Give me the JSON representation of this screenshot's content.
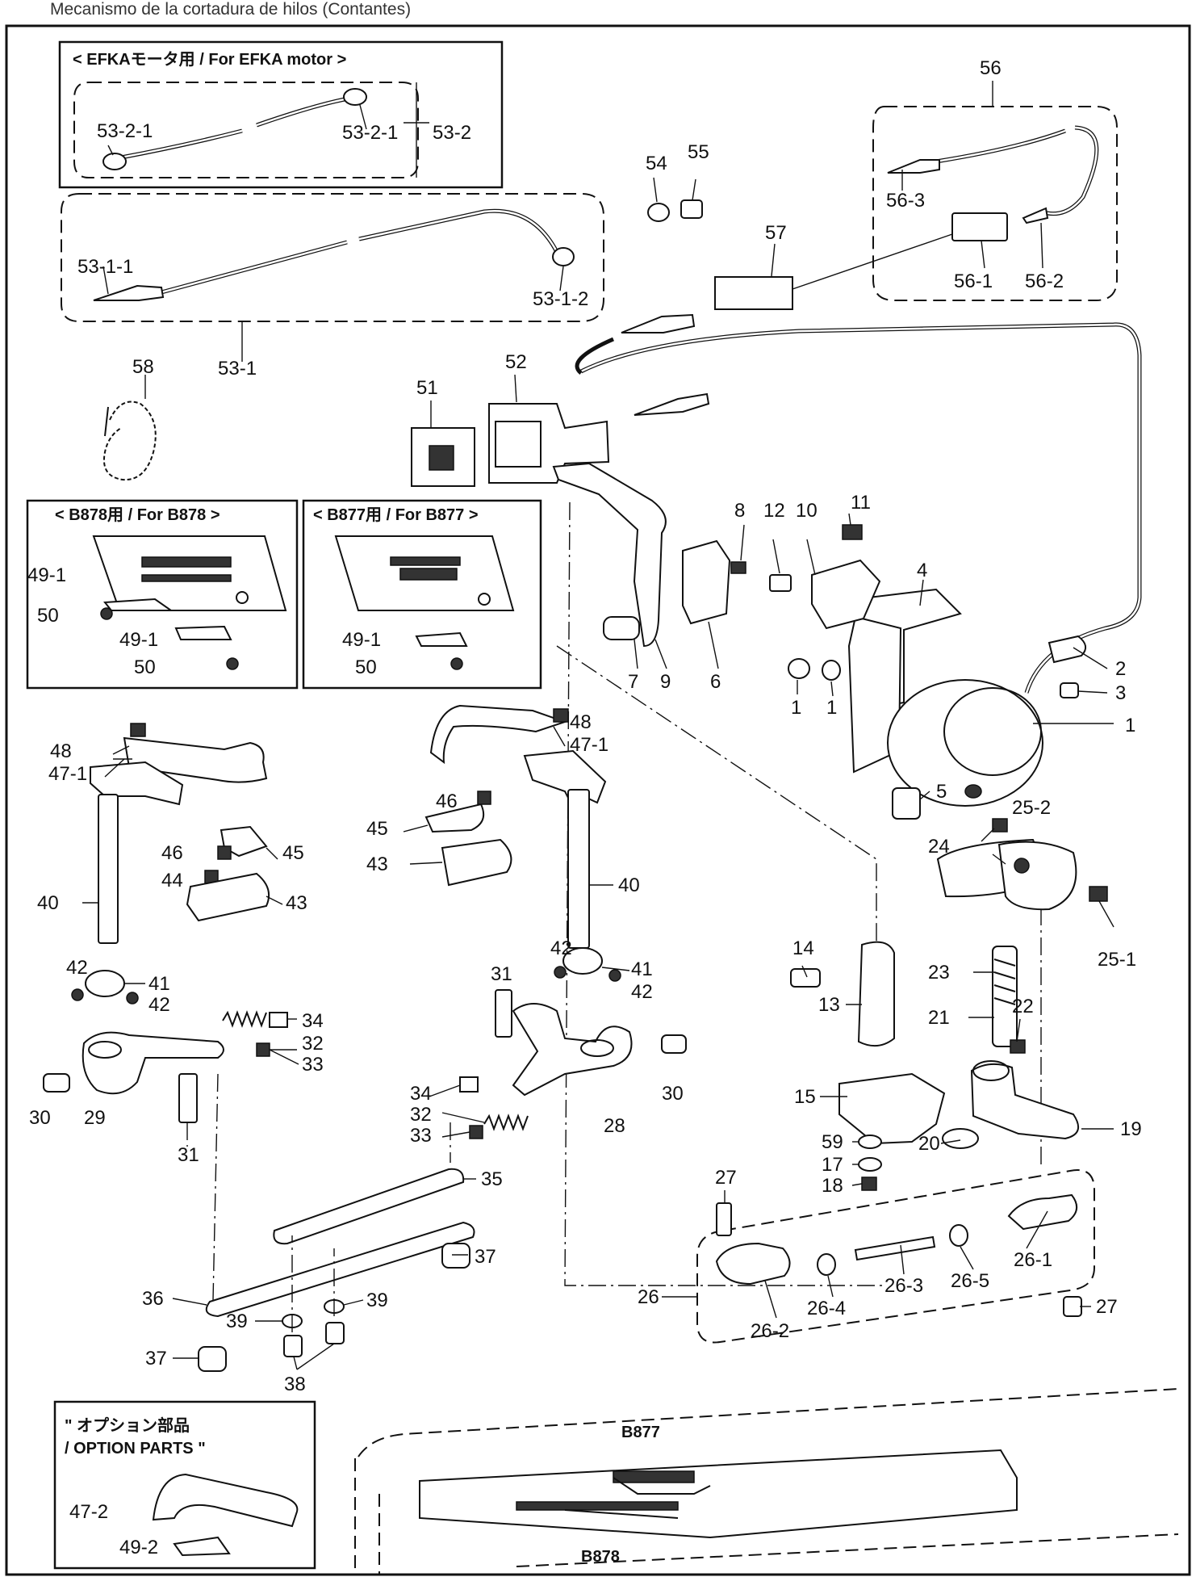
{
  "page_title": "Mecanismo de la cortadura de hilos (Contantes)",
  "boxes": {
    "efka": "< EFKAモータ用 / For EFKA motor >",
    "b878": "< B878用 / For B878 >",
    "b877": "< B877用 / For B877 >",
    "option_line1": "\" オプション部品",
    "option_line2": "/ OPTION PARTS \""
  },
  "bed_labels": {
    "b877": "B877",
    "b878": "B878"
  },
  "parts": {
    "p1": "1",
    "p1a": "1",
    "p1b": "1",
    "p2": "2",
    "p3": "3",
    "p4": "4",
    "p5": "5",
    "p6": "6",
    "p7": "7",
    "p8": "8",
    "p9": "9",
    "p10": "10",
    "p11": "11",
    "p12": "12",
    "p13": "13",
    "p14": "14",
    "p15": "15",
    "p17": "17",
    "p18": "18",
    "p19": "19",
    "p20": "20",
    "p21": "21",
    "p22": "22",
    "p23": "23",
    "p24": "24",
    "p25_1": "25-1",
    "p25_2": "25-2",
    "p26": "26",
    "p26_1": "26-1",
    "p26_2": "26-2",
    "p26_3": "26-3",
    "p26_4": "26-4",
    "p26_5": "26-5",
    "p27a": "27",
    "p27b": "27",
    "p28": "28",
    "p29": "29",
    "p30a": "30",
    "p30b": "30",
    "p31a": "31",
    "p31b": "31",
    "p32a": "32",
    "p32b": "32",
    "p33a": "33",
    "p33b": "33",
    "p34a": "34",
    "p34b": "34",
    "p35": "35",
    "p36": "36",
    "p37a": "37",
    "p37b": "37",
    "p38": "38",
    "p39a": "39",
    "p39b": "39",
    "p40a": "40",
    "p40b": "40",
    "p41a": "41",
    "p41b": "41",
    "p42a": "42",
    "p42b": "42",
    "p42c": "42",
    "p42d": "42",
    "p43a": "43",
    "p43b": "43",
    "p44": "44",
    "p45a": "45",
    "p45b": "45",
    "p46a": "46",
    "p46b": "46",
    "p47_1a": "47-1",
    "p47_1b": "47-1",
    "p47_2": "47-2",
    "p48a": "48",
    "p48b": "48",
    "p49_1a": "49-1",
    "p49_1b": "49-1",
    "p49_1c": "49-1",
    "p49_2": "49-2",
    "p50a": "50",
    "p50b": "50",
    "p50c": "50",
    "p51": "51",
    "p52": "52",
    "p53_1": "53-1",
    "p53_1_1": "53-1-1",
    "p53_1_2": "53-1-2",
    "p53_2": "53-2",
    "p53_2_1a": "53-2-1",
    "p53_2_1b": "53-2-1",
    "p54": "54",
    "p55": "55",
    "p56": "56",
    "p56_1": "56-1",
    "p56_2": "56-2",
    "p56_3": "56-3",
    "p57": "57",
    "p58": "58",
    "p59": "59"
  }
}
